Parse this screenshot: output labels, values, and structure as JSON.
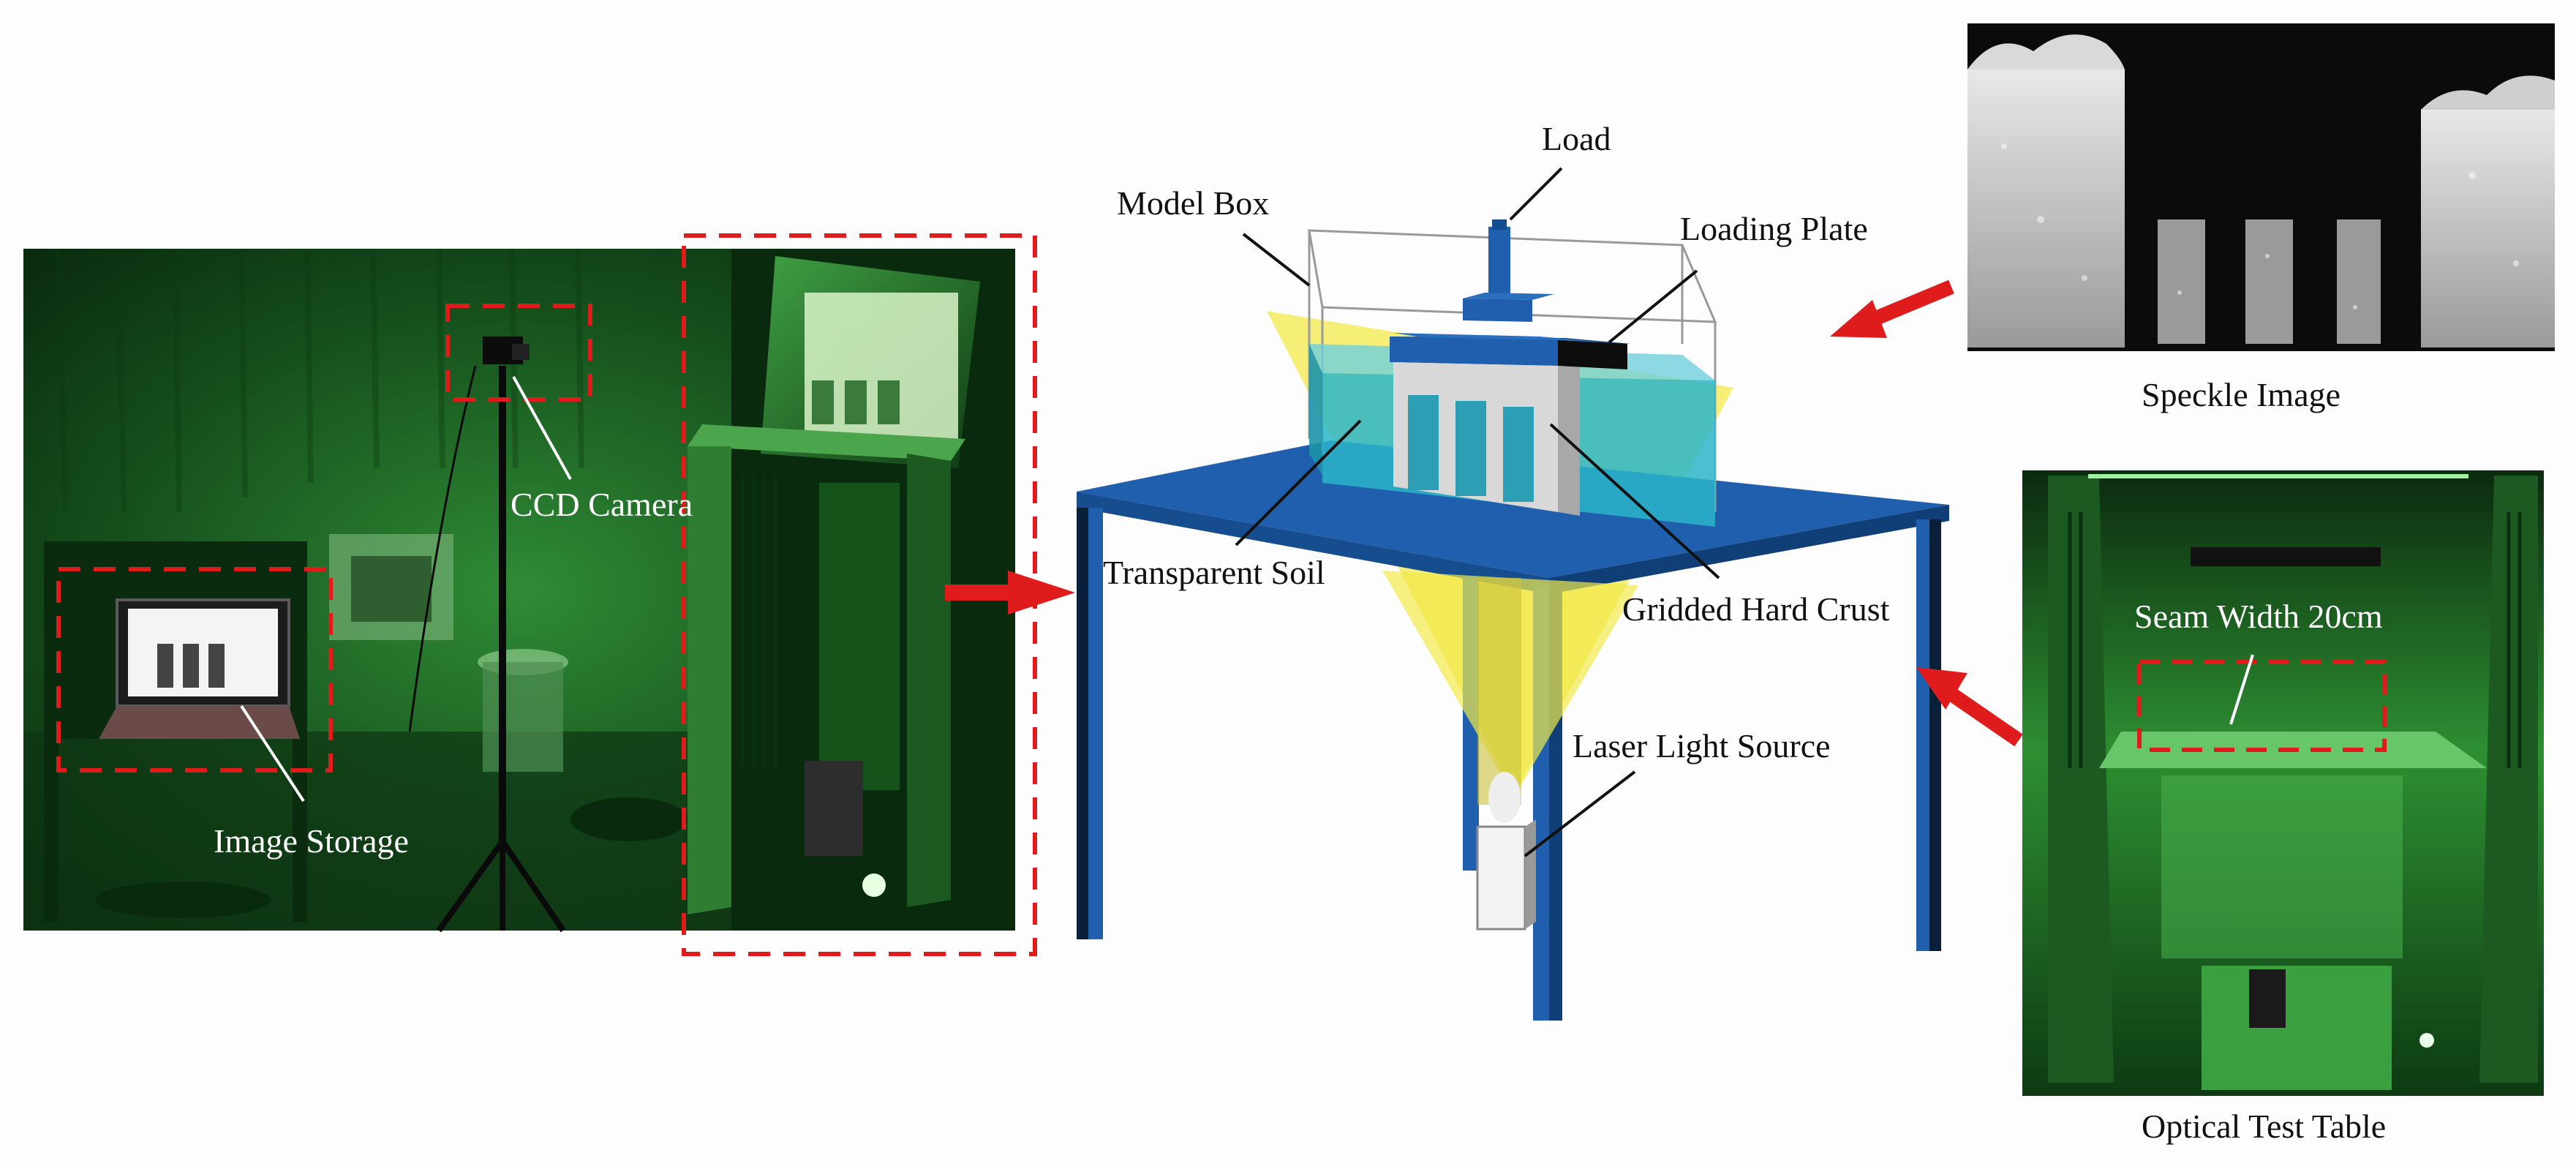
{
  "figure": {
    "photo_labels": {
      "camera": "CCD Camera",
      "storage": "Image Storage"
    },
    "model_labels": {
      "load": "Load",
      "model_box": "Model Box",
      "loading_plate": "Loading Plate",
      "transparent_soil": "Transparent Soil",
      "gridded_crust": "Gridded Hard Crust",
      "laser": "Laser Light Source"
    },
    "speckle_caption": "Speckle Image",
    "optical_caption": "Optical Test Table",
    "seam_label": "Seam Width 20cm"
  },
  "colors": {
    "highlight_box": "#e01b1b",
    "arrow": "#e01b1b",
    "table": "#1f5fae",
    "water": "#2bb5c9",
    "laser": "#f1ea4a",
    "lab_green": "#1b6b24"
  }
}
